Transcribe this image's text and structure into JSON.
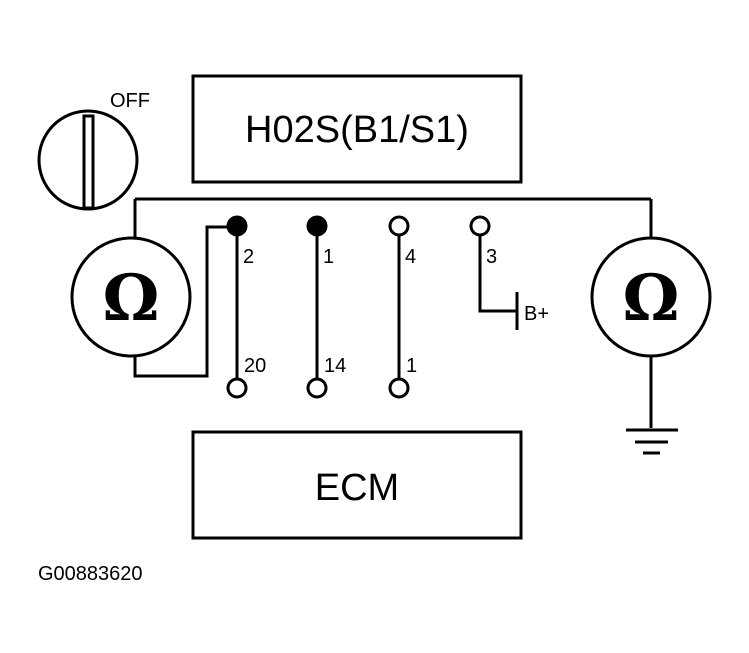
{
  "switch": {
    "label": "OFF"
  },
  "sensor_box": {
    "title": "H02S(B1/S1)"
  },
  "ecm_box": {
    "title": "ECM"
  },
  "meters": {
    "left_symbol": "Ω",
    "right_symbol": "Ω"
  },
  "sensor_pins": [
    "2",
    "1",
    "4",
    "3"
  ],
  "ecm_pins": [
    "20",
    "14",
    "1"
  ],
  "battery_label": "B+",
  "figure_code": "G00883620",
  "icons": {
    "switch": "ignition-switch-icon",
    "ground": "ground-icon",
    "meter": "ohmmeter-icon"
  }
}
